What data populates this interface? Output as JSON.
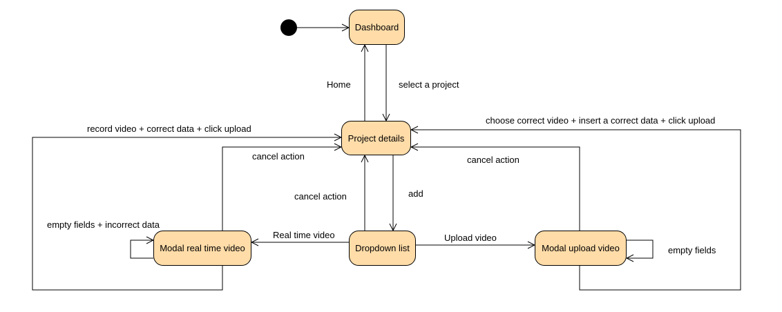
{
  "states": {
    "dashboard": "Dashboard",
    "project_details": "Project details",
    "dropdown_list": "Dropdown list",
    "modal_real_time_video": "Modal real time video",
    "modal_upload_video": "Modal upload video"
  },
  "transitions": {
    "home": "Home",
    "select_project": "select a project",
    "record_video": "record video + correct data + click upload",
    "choose_video": "choose correct video + insert a correct data + click upload",
    "cancel_action_left": "cancel action",
    "cancel_action_center": "cancel action",
    "cancel_action_right": "cancel action",
    "add": "add",
    "empty_fields_incorrect": "empty fields + incorrect data",
    "real_time_video": "Real time video",
    "upload_video": "Upload video",
    "empty_fields": "empty fields"
  }
}
